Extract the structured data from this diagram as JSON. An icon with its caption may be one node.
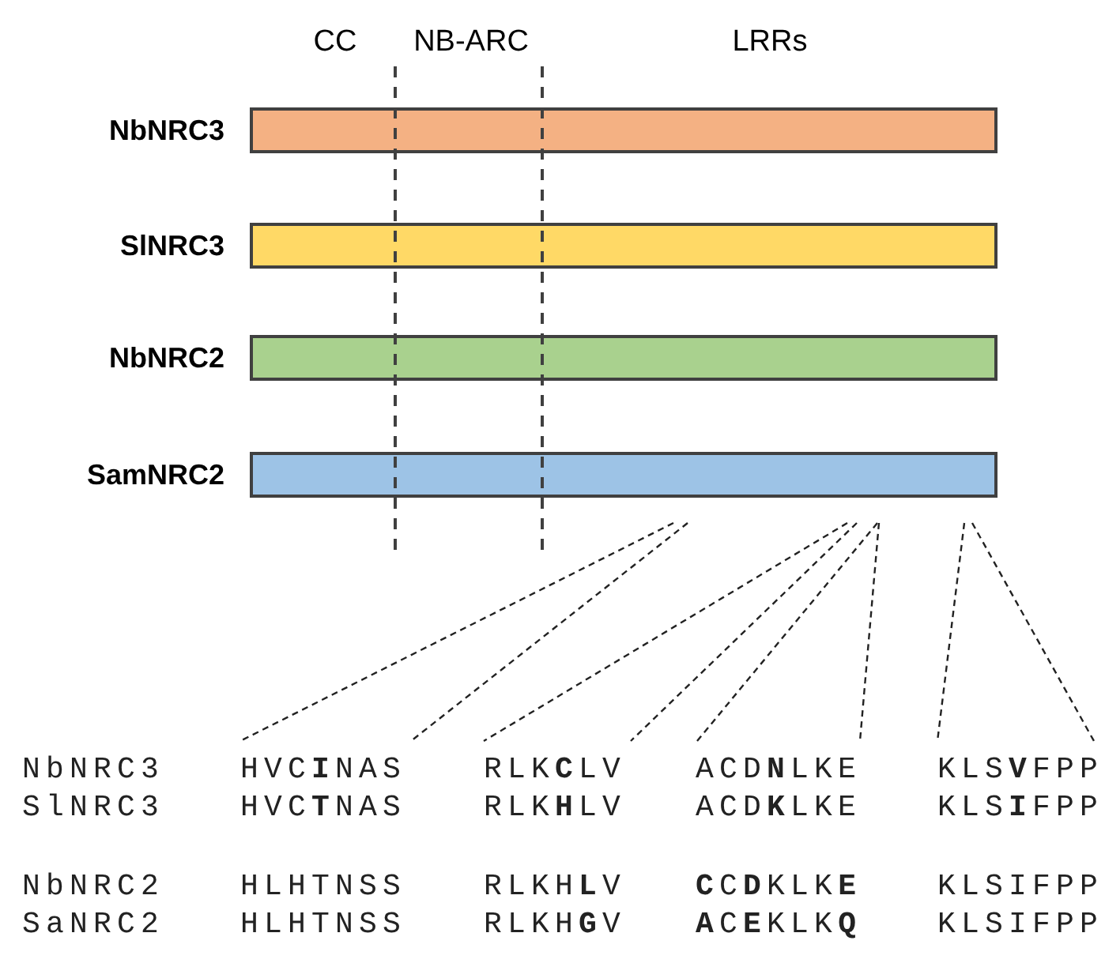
{
  "diagram": {
    "nodes": [
      {
        "text": [
          "NbNRC3"
        ]
      },
      {
        "text": [
          "SlNRC3"
        ]
      },
      {
        "text": [
          "NbNRC2"
        ]
      },
      {
        "text": [
          "SamNRC2"
        ]
      }
    ],
    "labels": [
      "CC",
      "NB-ARC",
      "LRRs",
      "NbNRC3",
      "HVC**I**NAS",
      "RLK**C**LV",
      "ACD**N**LKE",
      "KLS**V**FPP",
      "SlNRC3",
      "HVC**T**NAS",
      "RLK**H**LV",
      "ACD**K**LKE",
      "KLS**I**FPP",
      "NbNRC2",
      "HLHTNSS",
      "RLKH**L**V",
      "**C**C**D**KLK**E**",
      "KLSIFPP",
      "SaNRC2",
      "HLHTNSS",
      "RLKH**G**V",
      "**A**C**E**KLK**Q**",
      "KLSIFPP"
    ]
  }
}
